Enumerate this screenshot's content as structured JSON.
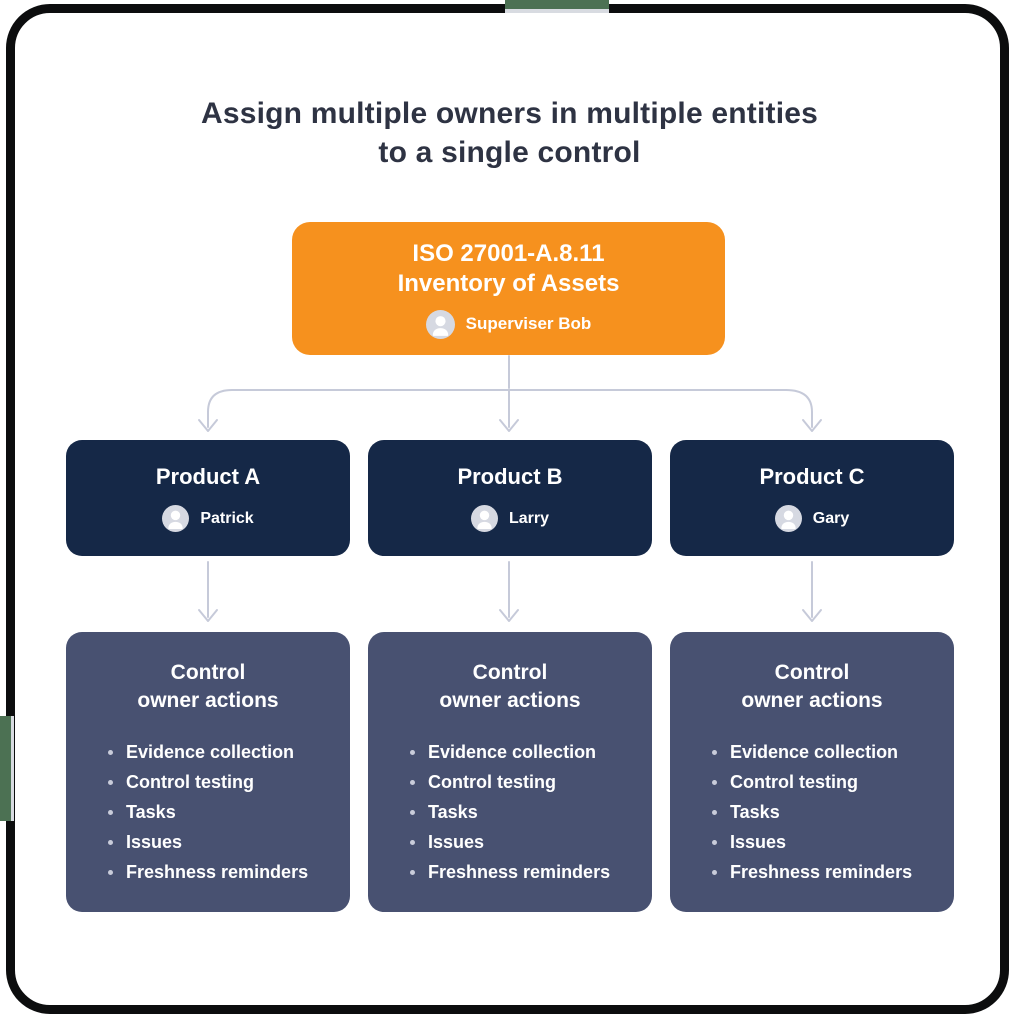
{
  "title": {
    "line1": "Assign multiple owners in multiple entities",
    "line2": "to a single control"
  },
  "root_control": {
    "name_line1": "ISO 27001-A.8.11",
    "name_line2": "Inventory of Assets",
    "owner": "Superviser Bob"
  },
  "products": [
    {
      "name": "Product A",
      "owner": "Patrick"
    },
    {
      "name": "Product B",
      "owner": "Larry"
    },
    {
      "name": "Product C",
      "owner": "Gary"
    }
  ],
  "owner_actions": {
    "title_line1": "Control",
    "title_line2": "owner actions",
    "items": [
      "Evidence collection",
      "Control testing",
      "Tasks",
      "Issues",
      "Freshness reminders"
    ]
  },
  "icons": {
    "avatar": "user-avatar-icon"
  },
  "colors": {
    "accent_orange": "#F6911E",
    "navy": "#152847",
    "slate": "#485171",
    "connector": "#C6CAD9",
    "heading_text": "#2E3343",
    "card_bg": "#FFFFFF",
    "frame_black": "#0C0D0E",
    "background_green": "#4C7153",
    "card_edge_line": "#D8DBE1",
    "avatar_circle": "#D6D9E2",
    "avatar_figure": "#FFFFFF"
  }
}
